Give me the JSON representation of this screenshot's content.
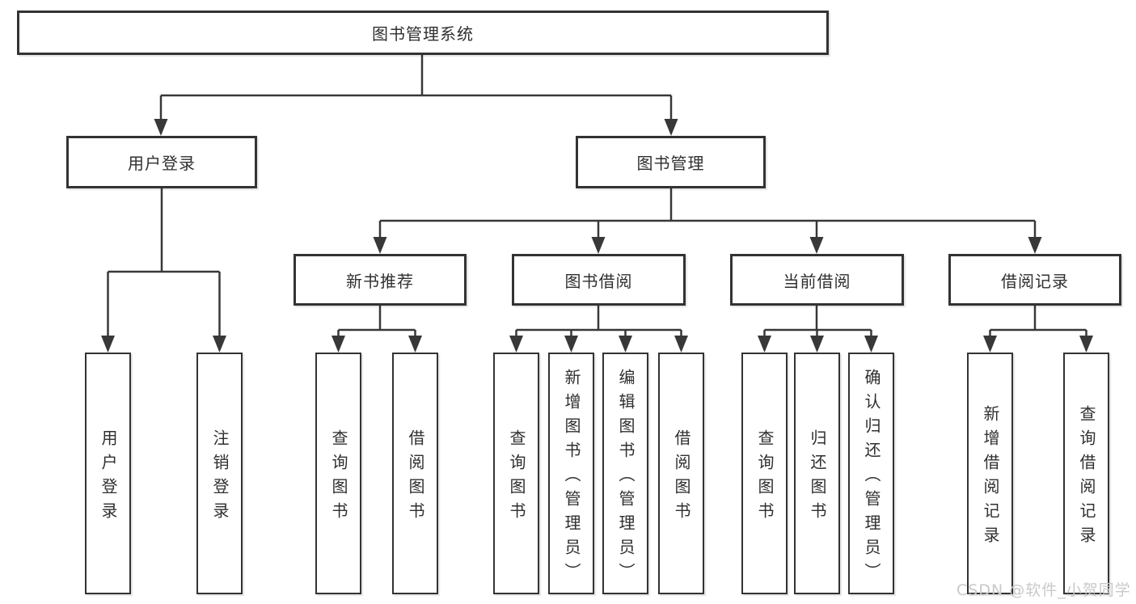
{
  "root": {
    "label": "图书管理系统"
  },
  "tree": {
    "userLogin": {
      "label": "用户登录",
      "children": [
        {
          "label": "用户登录"
        },
        {
          "label": "注销登录"
        }
      ]
    },
    "bookMgmt": {
      "label": "图书管理",
      "children": [
        {
          "label": "新书推荐",
          "children": [
            {
              "label": "查询图书"
            },
            {
              "label": "借阅图书"
            }
          ]
        },
        {
          "label": "图书借阅",
          "children": [
            {
              "label": "查询图书"
            },
            {
              "label": "新增图书（管理员）"
            },
            {
              "label": "编辑图书（管理员）"
            },
            {
              "label": "借阅图书"
            }
          ]
        },
        {
          "label": "当前借阅",
          "children": [
            {
              "label": "查询图书"
            },
            {
              "label": "归还图书"
            },
            {
              "label": "确认归还（管理员）"
            }
          ]
        },
        {
          "label": "借阅记录",
          "children": [
            {
              "label": "新增借阅记录"
            },
            {
              "label": "查询借阅记录"
            }
          ]
        }
      ]
    }
  },
  "watermark": {
    "text": "CSDN @软件_小贺同学"
  },
  "colors": {
    "line": "#383838",
    "border": "#333333",
    "text": "#2f2f2f",
    "watermark": "#c9c9c9",
    "background": "#ffffff"
  }
}
